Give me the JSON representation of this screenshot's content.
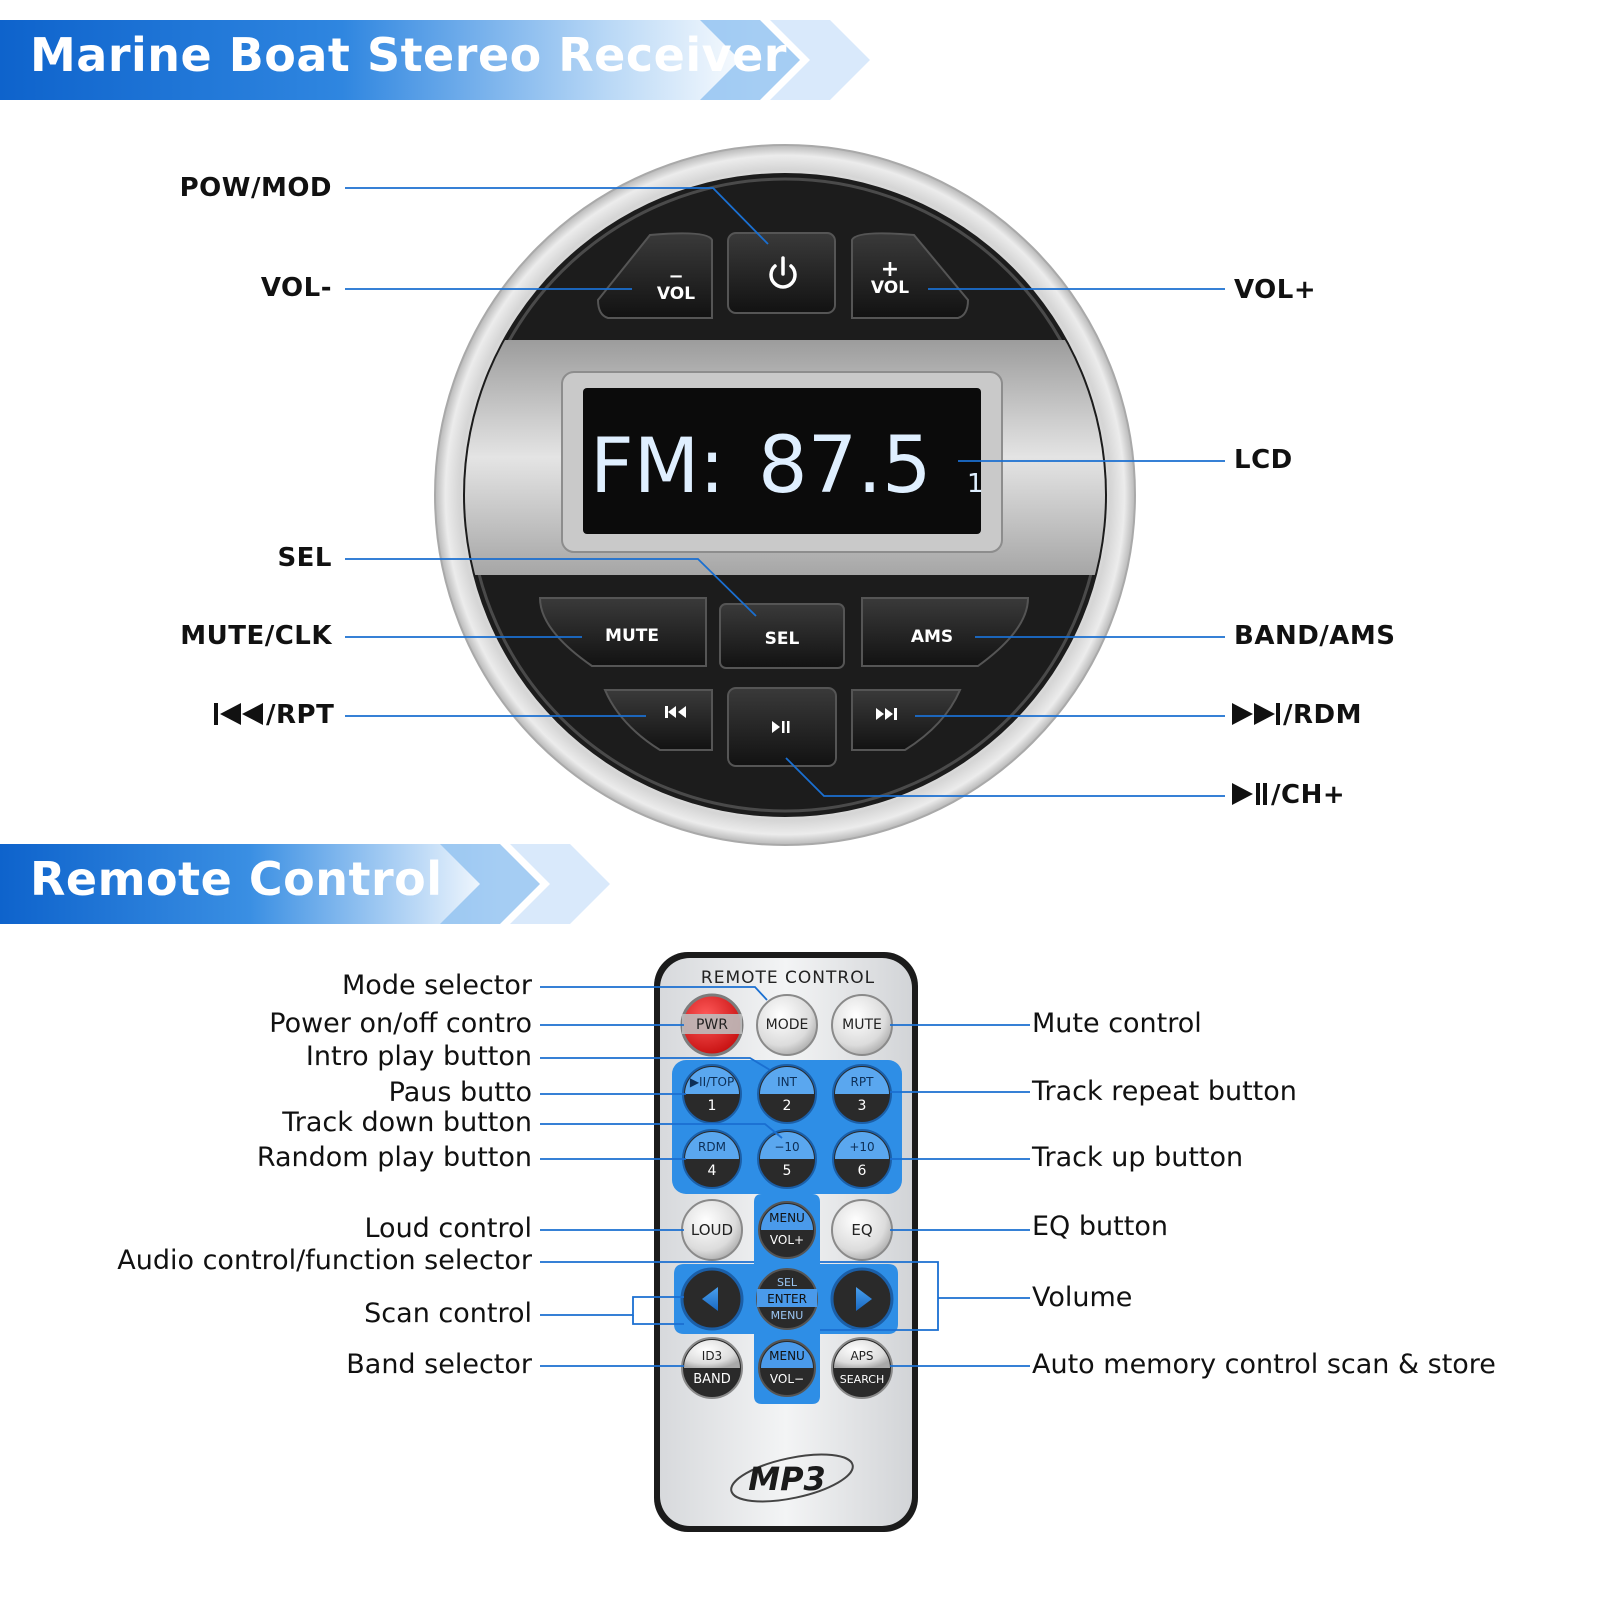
{
  "sections": {
    "receiver_title": "Marine Boat Stereo Receiver",
    "remote_title": "Remote Control"
  },
  "colors": {
    "banner_blue": "#1a72d8",
    "leader_line": "#1a6fd1",
    "lcd_text": "#dfefff",
    "remote_keypad": "#2e8ee6"
  },
  "receiver": {
    "callouts_left": {
      "pow_mod": "POW/MOD",
      "vol_minus": "VOL-",
      "sel": "SEL",
      "mute_clk": "MUTE/CLK",
      "prev_rpt": "/RPT"
    },
    "callouts_right": {
      "vol_plus": "VOL+",
      "lcd": "LCD",
      "band_ams": "BAND/AMS",
      "next_rdm": "/RDM",
      "play_ch": "/CH+"
    },
    "buttons": {
      "vol_minus_sign": "−",
      "vol_minus": "VOL",
      "vol_plus_sign": "+",
      "vol_plus": "VOL",
      "mute": "MUTE",
      "sel": "SEL",
      "ams": "AMS"
    },
    "lcd": {
      "band": "FM:",
      "frequency": "87.5",
      "preset": "1"
    },
    "icons": [
      "power-icon",
      "prev-track-icon",
      "play-pause-icon",
      "next-track-icon"
    ]
  },
  "remote": {
    "header": "REMOTE CONTROL",
    "buttons": {
      "pwr": "PWR",
      "mode": "MODE",
      "mute": "MUTE",
      "k1_top": "▶II/TOP",
      "k1_num": "1",
      "k2_top": "INT",
      "k2_num": "2",
      "k3_top": "RPT",
      "k3_num": "3",
      "k4_top": "RDM",
      "k4_num": "4",
      "k5_top": "−10",
      "k5_num": "5",
      "k6_top": "+10",
      "k6_num": "6",
      "loud": "LOUD",
      "eq": "EQ",
      "menu_up_top": "MENU",
      "menu_up_bottom": "VOL+",
      "center_top": "SEL",
      "center_mid": "ENTER",
      "center_bottom": "MENU",
      "id3": "ID3",
      "band": "BAND",
      "menu_down_top": "MENU",
      "menu_down_bottom": "VOL−",
      "aps": "APS",
      "search": "SEARCH"
    },
    "logo": "MP3",
    "callouts_left": {
      "mode": "Mode selector",
      "power": "Power on/off contro",
      "intro": "Intro play button",
      "pause": "Paus butto",
      "track_down": "Track down button",
      "random": "Random play button",
      "loud": "Loud control",
      "audio": "Audio control/function selector",
      "scan": "Scan control",
      "band": "Band selector"
    },
    "callouts_right": {
      "mute": "Mute control",
      "repeat": "Track repeat button",
      "track_up": "Track up button",
      "eq": "EQ button",
      "volume": "Volume",
      "aps": "Auto memory control scan & store"
    }
  }
}
